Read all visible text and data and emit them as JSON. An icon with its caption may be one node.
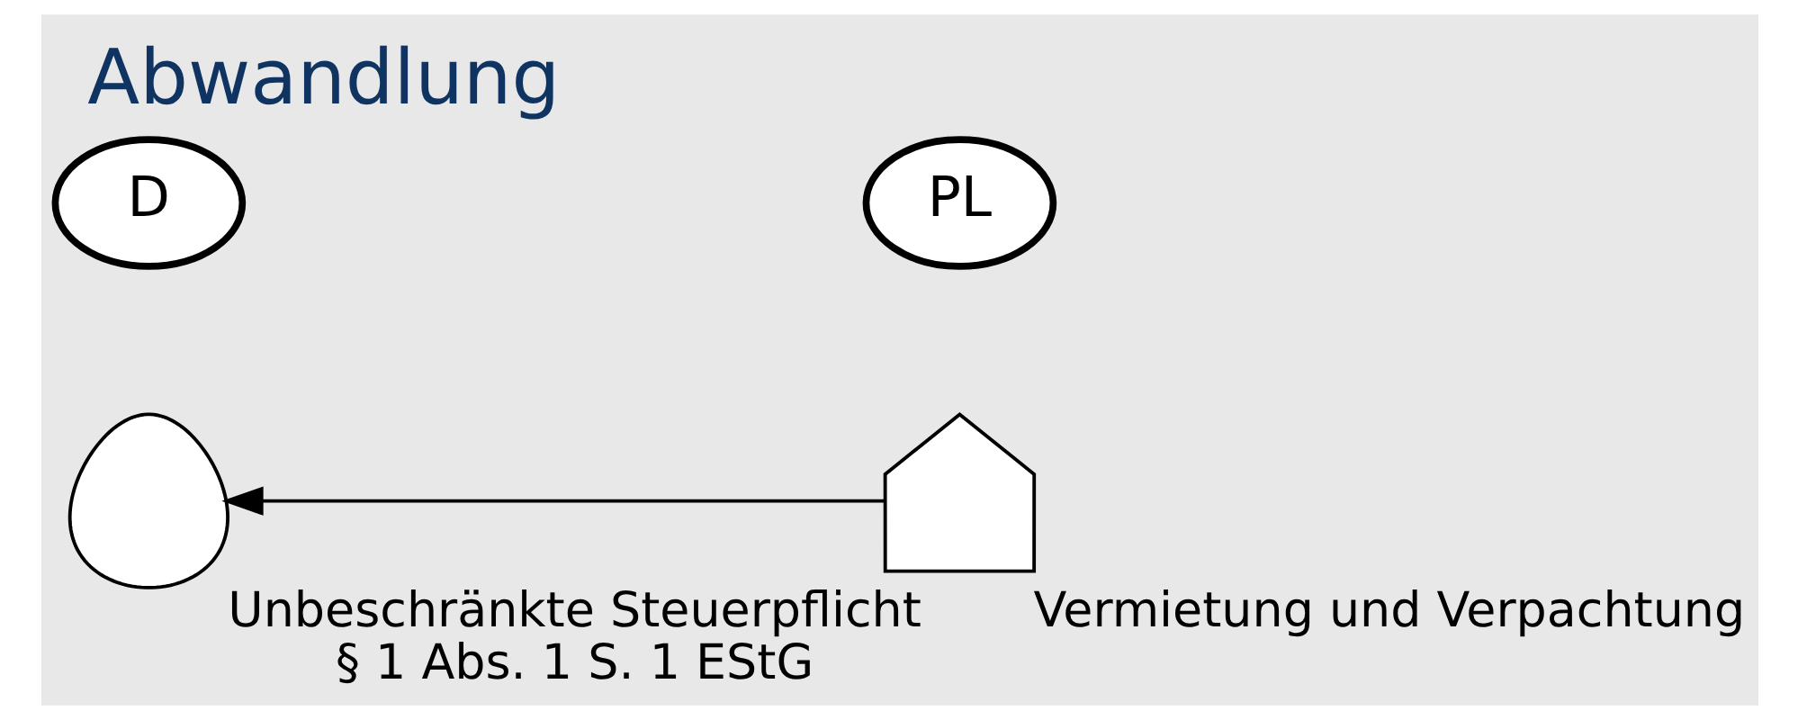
{
  "diagram": {
    "title": "Abwandlung",
    "nodes": [
      {
        "text": [
          "D"
        ]
      },
      {
        "text": [
          "PL"
        ]
      },
      {
        "text": [],
        "shape": "person",
        "beside": [
          "Unbeschränkte Steuerpflicht",
          "§ 1 Abs. 1 S. 1 EStG"
        ]
      },
      {
        "text": [],
        "shape": "picture",
        "beside": [
          "Vermietung und Verpachtung"
        ]
      }
    ],
    "edges": [
      {
        "from": 3,
        "to": 2,
        "arrow": "to"
      }
    ]
  }
}
